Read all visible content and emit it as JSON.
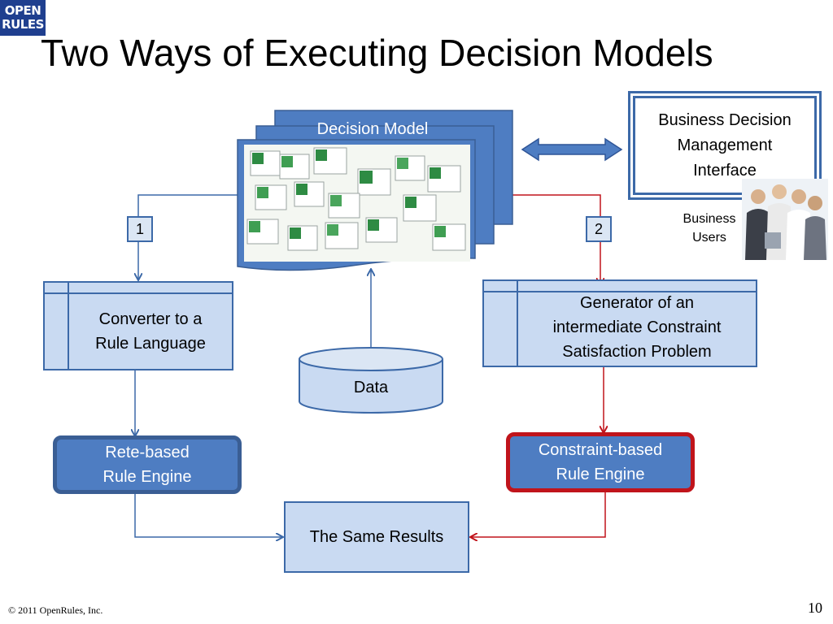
{
  "logo": {
    "line1": "OPEN",
    "line2": "RULES"
  },
  "title": "Two Ways of Executing Decision Models",
  "decision_model": {
    "label": "Decision Model"
  },
  "bdmi": {
    "line1": "Business Decision",
    "line2": "Management",
    "line3": "Interface"
  },
  "business_users": {
    "line1": "Business",
    "line2": "Users"
  },
  "path1": {
    "number": "1"
  },
  "path2": {
    "number": "2"
  },
  "converter": {
    "line1": "Converter to a",
    "line2": "Rule Language"
  },
  "generator": {
    "line1": "Generator of an",
    "line2": "intermediate Constraint",
    "line3": "Satisfaction Problem"
  },
  "data": {
    "label": "Data"
  },
  "rete_engine": {
    "line1": "Rete-based",
    "line2": "Rule Engine"
  },
  "constraint_engine": {
    "line1": "Constraint-based",
    "line2": "Rule Engine"
  },
  "results": {
    "label": "The Same Results"
  },
  "footer": {
    "copyright": "© 2011 OpenRules, Inc.",
    "page": "10"
  },
  "colors": {
    "blue": "#3c69a8",
    "light_blue": "#c9daf2",
    "red": "#c0141b",
    "engine_fill": "#4e7dc2"
  }
}
